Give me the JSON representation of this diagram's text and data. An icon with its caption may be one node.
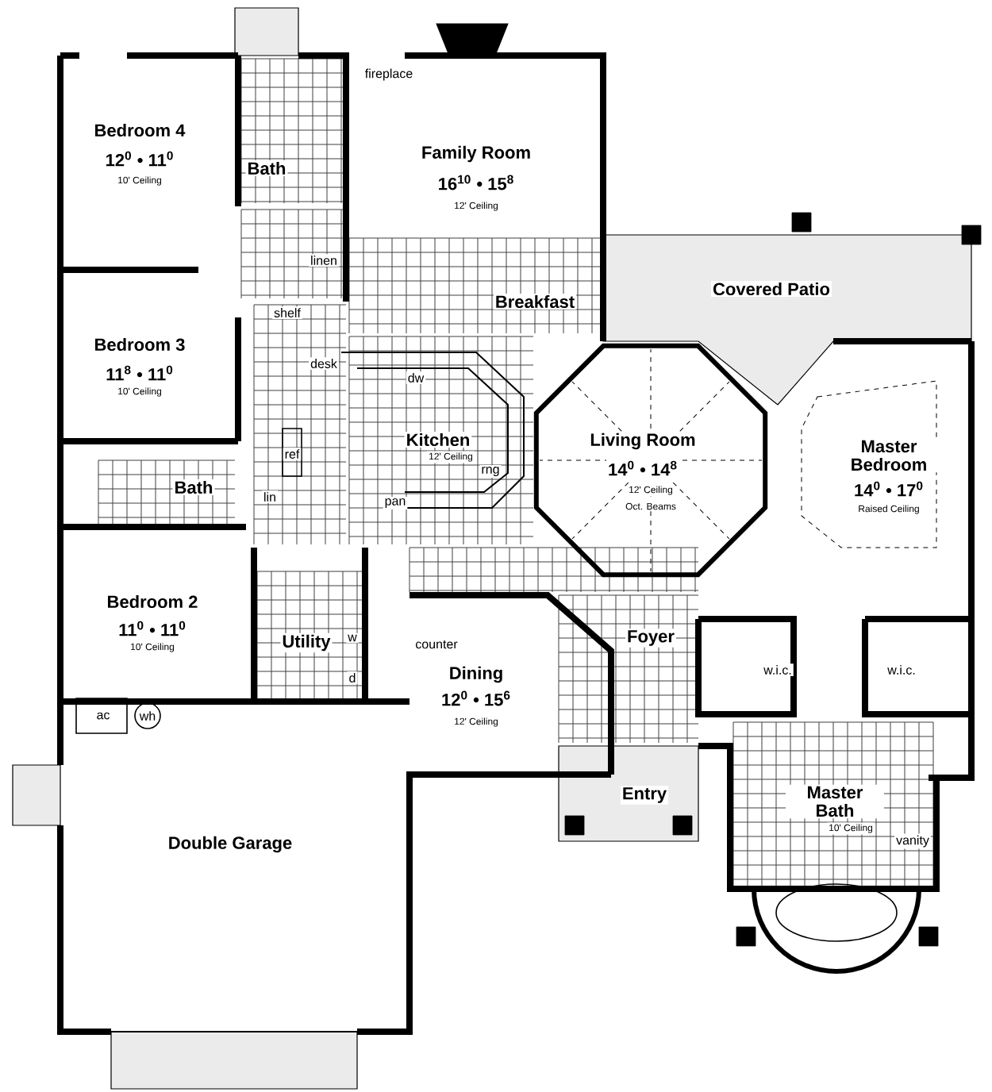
{
  "diagram": {
    "labels": [
      "fireplace",
      "Bedroom 4",
      "12$^{0}$ • 11$^{0}$",
      "10' Ceiling",
      "Bath",
      "Family Room",
      "16$^{10}$ • 15$^{8}$",
      "12' Ceiling",
      "linen",
      "Breakfast",
      "Covered Patio",
      "shelf",
      "desk",
      "dw",
      "Bedroom 3",
      "11$^{8}$ • 11$^{0}$",
      "10' Ceiling",
      "Kitchen",
      "12' Ceiling",
      "ref",
      "Living Room",
      "14$^{0}$ • 14$^{8}$",
      "12' Ceiling",
      "Oct. Beams",
      "Master Bedroom",
      "14$^{0}$ • 17$^{0}$",
      "Raised Ceiling",
      "rng",
      "Bath",
      "lin",
      "pan",
      "Bedroom 2",
      "11$^{0}$ • 11$^{0}$",
      "10' Ceiling",
      "Utility",
      "w",
      "d",
      "counter",
      "Foyer",
      "w.i.c.",
      "w.i.c.",
      "Dining",
      "12$^{0}$ • 15$^{6}$",
      "12' Ceiling",
      "ac",
      "wh",
      "Entry",
      "Master Bath",
      "10' Ceiling",
      "vanity",
      "Double Garage"
    ]
  }
}
